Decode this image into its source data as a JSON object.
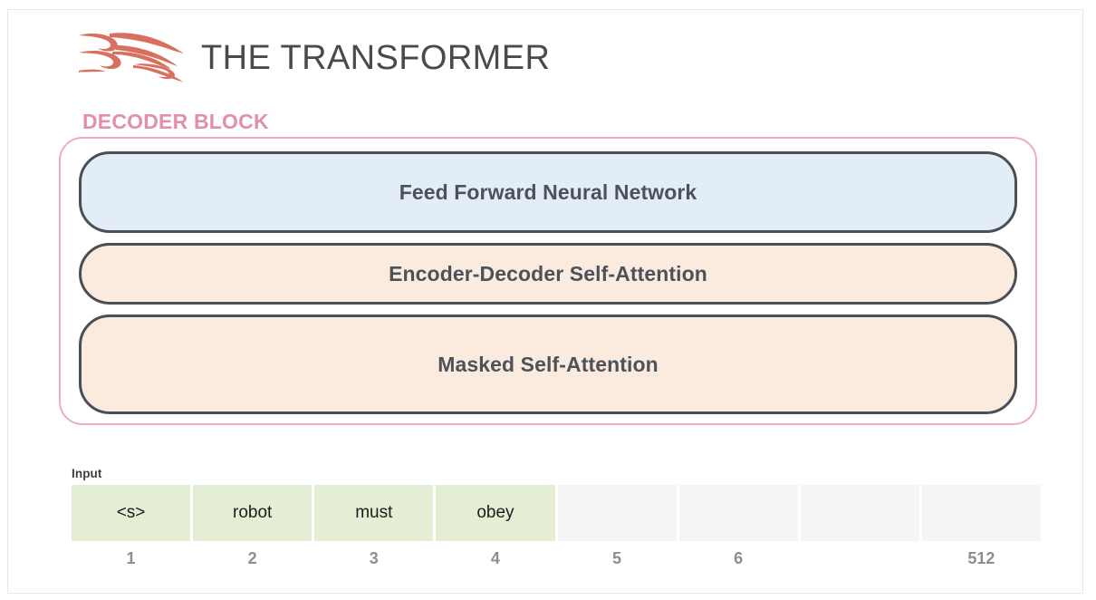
{
  "header": {
    "logo_icon": "flames-icon",
    "brand_title": "THE TRANSFORMER"
  },
  "section": {
    "label": "DECODER BLOCK",
    "border_color": "#f0aac8",
    "label_color": "#e28fae"
  },
  "decoder_block": {
    "layers": [
      {
        "name": "feed-forward-neural-network",
        "label": "Feed Forward Neural Network",
        "fill": "#e3edf8",
        "border": "#4a4f56"
      },
      {
        "name": "encoder-decoder-self-attention",
        "label": "Encoder-Decoder Self-Attention",
        "fill": "#fbeade",
        "border": "#4a4f56"
      },
      {
        "name": "masked-self-attention",
        "label": "Masked Self-Attention",
        "fill": "#fbeade",
        "border": "#4a4f56"
      }
    ]
  },
  "input": {
    "caption": "Input",
    "filled_color": "#e3eed4",
    "empty_color": "#f5f5f5",
    "cells": [
      {
        "token": "<s>",
        "index": "1",
        "filled": true
      },
      {
        "token": "robot",
        "index": "2",
        "filled": true
      },
      {
        "token": "must",
        "index": "3",
        "filled": true
      },
      {
        "token": "obey",
        "index": "4",
        "filled": true
      },
      {
        "token": "",
        "index": "5",
        "filled": false
      },
      {
        "token": "",
        "index": "6",
        "filled": false
      },
      {
        "token": "",
        "index": "",
        "filled": false
      },
      {
        "token": "",
        "index": "512",
        "filled": false
      }
    ]
  }
}
